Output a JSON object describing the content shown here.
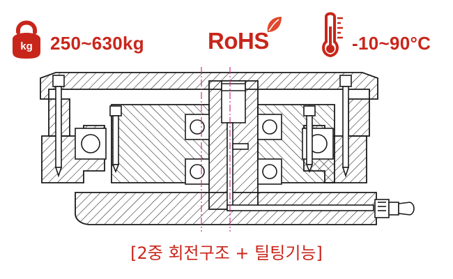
{
  "specs": {
    "load_capacity": "250~630kg",
    "weight_badge": "kg",
    "compliance": "RoHS",
    "temperature_range": "-10~90°C"
  },
  "icons": {
    "weight": "kettlebell-weight-icon",
    "compliance": "rohs-leaf-icon",
    "temperature": "thermometer-icon"
  },
  "colors": {
    "accent": "#c8261b",
    "leaf": "#e0492e",
    "line": "#1a1a1a",
    "centerline": "#d0308a"
  },
  "caption": "[2중 회전구조 + 틸팅기능]"
}
